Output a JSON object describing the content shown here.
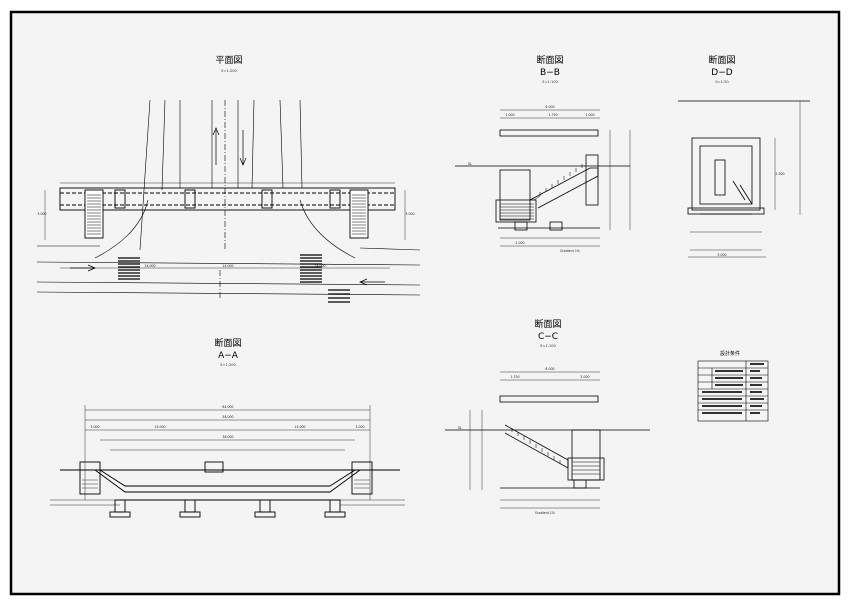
{
  "drawing": {
    "plan": {
      "title": "平面図",
      "scale": "S=1:200"
    },
    "section_bb": {
      "title": "断面図",
      "label": "B−B",
      "scale": "S=1:100"
    },
    "section_dd": {
      "title": "断面図",
      "label": "D−D",
      "scale": "S=1:50"
    },
    "section_aa": {
      "title": "断面図",
      "label": "A−A",
      "scale": "S=1:200"
    },
    "section_cc": {
      "title": "断面図",
      "label": "C−C",
      "scale": "S=1:100"
    },
    "design_conditions": {
      "title": "設計条件"
    }
  },
  "colors": {
    "line": "#000000",
    "paper": "#f4f4f4",
    "frame": "#000000"
  }
}
